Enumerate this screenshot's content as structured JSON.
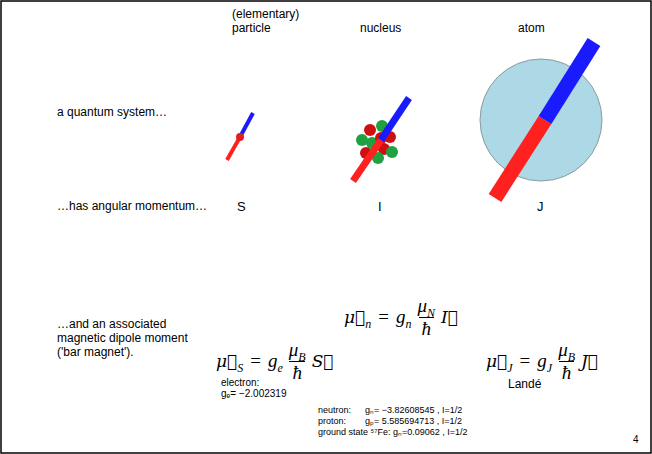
{
  "diagram": {
    "labels": [
      "(elementary) particle",
      "nucleus",
      "atom",
      "a quantum system…",
      "S",
      "I",
      "J",
      "…has angular momentum…",
      "…and an associated magnetic dipole moment ('bar magnet').",
      "μ⃗",
      "S",
      "=",
      "g",
      "e",
      "μ",
      "B",
      "ħ",
      "S⃗",
      "μ⃗",
      "n",
      "=",
      "g",
      "n",
      "μ",
      "N",
      "ħ",
      "I⃗",
      "μ⃗",
      "J",
      "=",
      "g",
      "J",
      "μ",
      "B",
      "ħ",
      "J⃗",
      "electron:",
      "gₑ= −2.002319",
      "neutron:",
      "gₙ= −3.82608545 , I=1/2",
      "proton:",
      "gₚ= 5.585694713 , I=1/2",
      "ground state ⁵⁷Fe: gₙ=0.09062 , I=1/2",
      "Landé",
      "4"
    ]
  }
}
